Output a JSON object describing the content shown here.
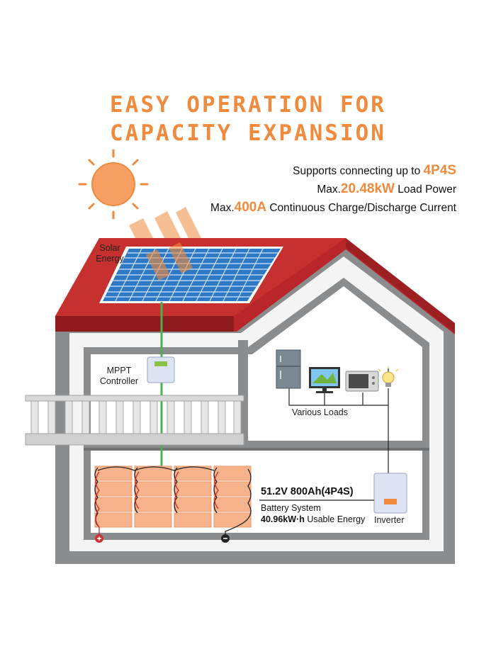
{
  "title": {
    "line1": "EASY OPERATION FOR",
    "line2": "CAPACITY EXPANSION"
  },
  "specs": {
    "line1_text": "Supports connecting up to ",
    "line1_highlight": "4P4S",
    "line2_prefix": "Max.",
    "line2_highlight": "20.48kW",
    "line2_suffix": " Load Power",
    "line3_prefix": "Max.",
    "line3_highlight": "400A",
    "line3_suffix": " Continuous Charge/Discharge Current"
  },
  "labels": {
    "solar_line1": "Solar",
    "solar_line2": "Energy",
    "mppt_line1": "MPPT",
    "mppt_line2": "Controller",
    "loads": "Various Loads",
    "inverter": "Inverter"
  },
  "battery": {
    "spec": "51.2V 800Ah(4P4S)",
    "system": "Battery System",
    "usable_value": "40.96kW·h",
    "usable_label": " Usable Energy"
  },
  "colors": {
    "accent": "#f08a3c",
    "roof": "#b8262a",
    "wall": "#8a8c8e",
    "panel": "#2f78c4",
    "cable": "#4caf50",
    "battery": "#f7b48c"
  }
}
